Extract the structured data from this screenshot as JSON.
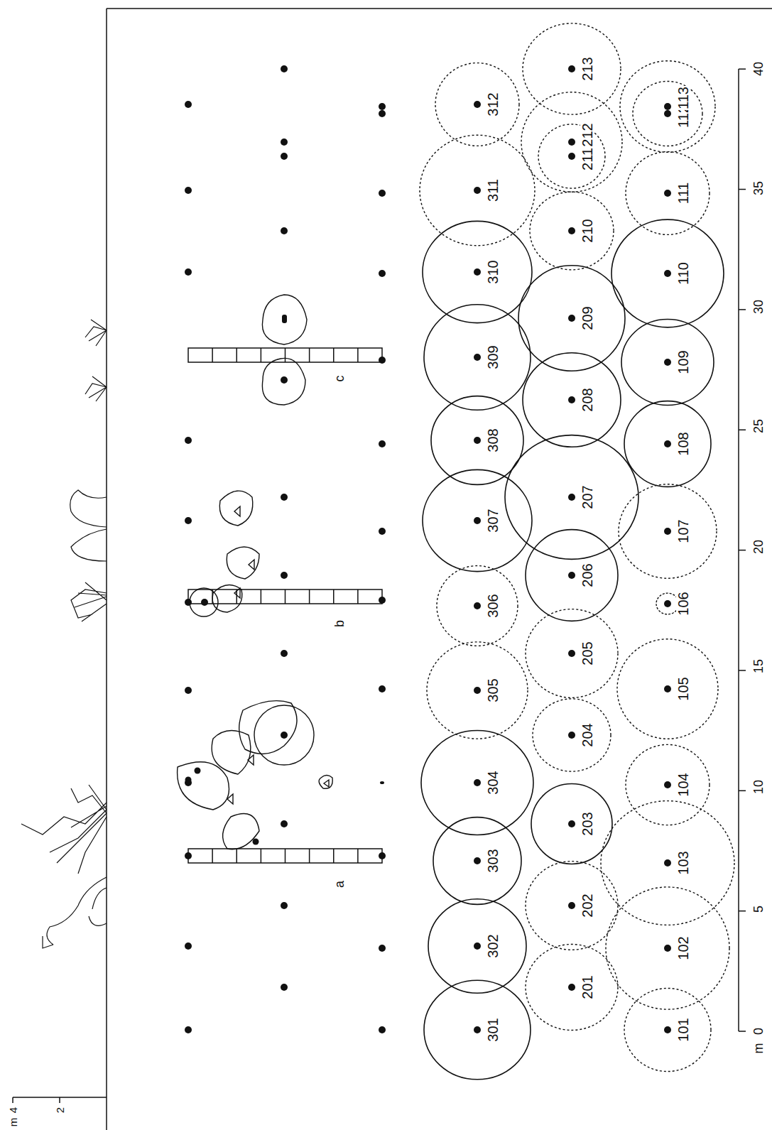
{
  "diagram": {
    "nodes": [
      {
        "text": [
          "301"
        ]
      },
      {
        "text": [
          "302"
        ]
      },
      {
        "text": [
          "303"
        ]
      },
      {
        "text": [
          "304"
        ]
      },
      {
        "text": [
          "305"
        ]
      },
      {
        "text": [
          "306"
        ]
      },
      {
        "text": [
          "307"
        ]
      },
      {
        "text": [
          "308"
        ]
      },
      {
        "text": [
          "309"
        ]
      },
      {
        "text": [
          "310"
        ]
      },
      {
        "text": [
          "311"
        ]
      },
      {
        "text": [
          "312"
        ]
      },
      {
        "text": [
          "201"
        ]
      },
      {
        "text": [
          "202"
        ]
      },
      {
        "text": [
          "203"
        ]
      },
      {
        "text": [
          "204"
        ]
      },
      {
        "text": [
          "205"
        ]
      },
      {
        "text": [
          "206"
        ]
      },
      {
        "text": [
          "207"
        ]
      },
      {
        "text": [
          "208"
        ]
      },
      {
        "text": [
          "209"
        ]
      },
      {
        "text": [
          "210"
        ]
      },
      {
        "text": [
          "211"
        ]
      },
      {
        "text": [
          "212"
        ]
      },
      {
        "text": [
          "213"
        ]
      },
      {
        "text": [
          "101"
        ]
      },
      {
        "text": [
          "102"
        ]
      },
      {
        "text": [
          "103"
        ]
      },
      {
        "text": [
          "104"
        ]
      },
      {
        "text": [
          "105"
        ]
      },
      {
        "text": [
          "106"
        ]
      },
      {
        "text": [
          "107"
        ]
      },
      {
        "text": [
          "108"
        ]
      },
      {
        "text": [
          "109"
        ]
      },
      {
        "text": [
          "110"
        ]
      },
      {
        "text": [
          "111"
        ]
      },
      {
        "text": [
          "112"
        ]
      },
      {
        "text": [
          "113"
        ]
      }
    ],
    "labels": [
      "m",
      "0",
      "5",
      "10",
      "15",
      "20",
      "25",
      "30",
      "35",
      "40",
      "m",
      "4",
      "2",
      "a",
      "b",
      "c"
    ]
  }
}
